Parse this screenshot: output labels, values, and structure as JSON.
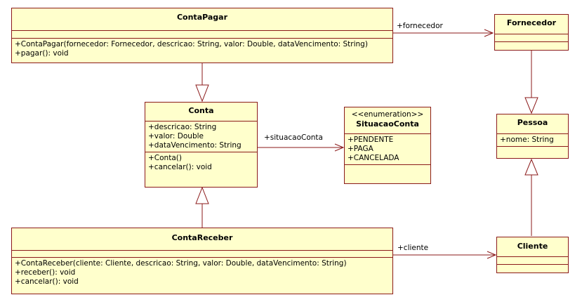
{
  "colors": {
    "fill": "#ffffcc",
    "border": "#8b1a1a"
  },
  "classes": {
    "conta_pagar": {
      "name": "ContaPagar",
      "attributes": [],
      "operations": [
        "+ContaPagar(fornecedor: Fornecedor, descricao: String, valor: Double, dataVencimento: String)",
        "+pagar(): void"
      ]
    },
    "fornecedor": {
      "name": "Fornecedor",
      "attributes": [],
      "operations": []
    },
    "conta": {
      "name": "Conta",
      "attributes": [
        "+descricao: String",
        "+valor: Double",
        "+dataVencimento: String"
      ],
      "operations": [
        "+Conta()",
        "+cancelar(): void"
      ]
    },
    "situacao_conta": {
      "stereotype": "<<enumeration>>",
      "name": "SituacaoConta",
      "literals": [
        "+PENDENTE",
        "+PAGA",
        "+CANCELADA"
      ]
    },
    "pessoa": {
      "name": "Pessoa",
      "attributes": [
        "+nome: String"
      ]
    },
    "conta_receber": {
      "name": "ContaReceber",
      "attributes": [],
      "operations": [
        "+ContaReceber(cliente: Cliente, descricao: String, valor: Double, dataVencimento: String)",
        "+receber(): void",
        "+cancelar(): void"
      ]
    },
    "cliente": {
      "name": "Cliente",
      "attributes": [],
      "operations": []
    }
  },
  "associations": {
    "fornecedor": "+fornecedor",
    "situacao_conta": "+situacaoConta",
    "cliente": "+cliente"
  }
}
